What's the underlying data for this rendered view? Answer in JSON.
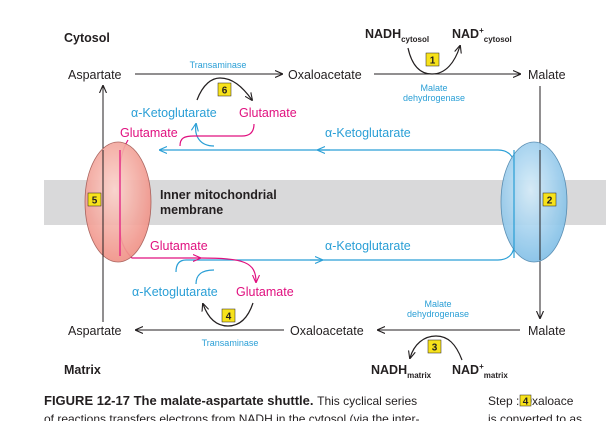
{
  "compartments": {
    "cytosol": "Cytosol",
    "matrix": "Matrix",
    "membrane_line1": "Inner mitochondrial",
    "membrane_line2": "membrane"
  },
  "molecules": {
    "aspartate_top": "Aspartate",
    "oxaloacetate_top": "Oxaloacetate",
    "malate_top": "Malate",
    "aspartate_bottom": "Aspartate",
    "oxaloacetate_bottom": "Oxaloacetate",
    "malate_bottom": "Malate",
    "aketo_top_cyan": "α-Ketoglutarate",
    "glutamate_top_pink": "Glutamate",
    "glutamate_transport_top": "Glutamate",
    "aketo_transport_top": "α-Ketoglutarate",
    "glutamate_transport_bottom": "Glutamate",
    "aketo_transport_bottom": "α-Ketoglutarate",
    "aketo_bottom_cyan": "α-Ketoglutarate",
    "glutamate_bottom_pink": "Glutamate"
  },
  "cofactors": {
    "nadh_top": "NADH",
    "nadh_top_sub": "cytosol",
    "nad_top": "NAD",
    "nad_top_sup": "+",
    "nad_top_sub": "cytosol",
    "nadh_bottom": "NADH",
    "nadh_bottom_sub": "matrix",
    "nad_bottom": "NAD",
    "nad_bottom_sup": "+",
    "nad_bottom_sub": "matrix"
  },
  "enzymes": {
    "transaminase_top": "Transaminase",
    "mdh_top_line1": "Malate",
    "mdh_top_line2": "dehydrogenase",
    "mdh_bottom_line1": "Malate",
    "mdh_bottom_line2": "dehydrogenase",
    "transaminase_bottom": "Transaminase"
  },
  "steps": [
    "1",
    "2",
    "3",
    "4",
    "5",
    "6"
  ],
  "caption": {
    "label": "FIGURE 12-17",
    "title": "The malate-aspartate shuttle.",
    "text": "This cyclical series",
    "line2": "of reactions transfers electrons from NADH in the cytosol (via the inter-",
    "side_prefix": "Step",
    "side_step": "4",
    "side_text": ": Oxaloace",
    "side_line2": "is converted to as"
  },
  "colors": {
    "cyan": "#2a9fd6",
    "pink": "#e0107f",
    "membrane_band": "#d9d9da",
    "step_badge": "#f7e21b",
    "transporter_left": "#f4a9a0",
    "transporter_right": "#a9d3ef"
  }
}
